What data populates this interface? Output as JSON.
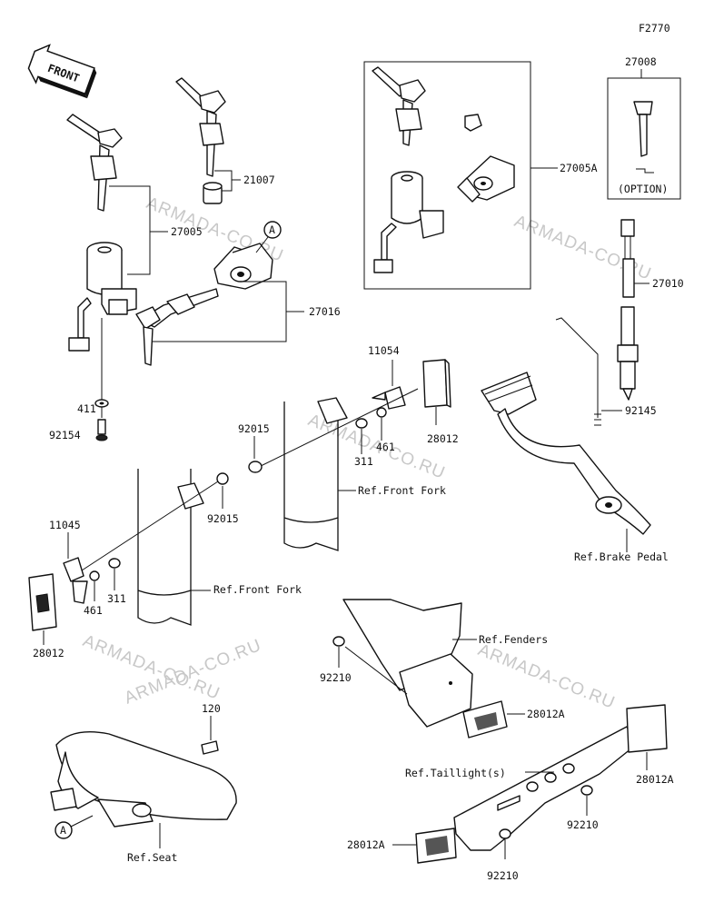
{
  "figure_code": "F2770",
  "front_arrow": "FRONT",
  "callout_a": "A",
  "option_note": "(OPTION)",
  "watermark": "ARMADA-CO.RU",
  "parts": {
    "p27008": "27008",
    "p27005A": "27005A",
    "p21007": "21007",
    "p27005": "27005",
    "p27016": "27016",
    "p27010": "27010",
    "p411": "411",
    "p92154": "92154",
    "p11054": "11054",
    "p92015_top": "92015",
    "p461_top": "461",
    "p311_top": "311",
    "p28012_top": "28012",
    "p92145": "92145",
    "p92015_mid": "92015",
    "p11045": "11045",
    "p461_left": "461",
    "p311_left": "311",
    "p28012_left": "28012",
    "p92210_a": "92210",
    "p28012A_a": "28012A",
    "p120": "120",
    "p28012A_b": "28012A",
    "p92210_b": "92210",
    "p28012A_c": "28012A",
    "p92210_c": "92210"
  },
  "refs": {
    "front_fork_top": "Ref.Front Fork",
    "front_fork_left": "Ref.Front Fork",
    "brake_pedal": "Ref.Brake Pedal",
    "fenders": "Ref.Fenders",
    "taillights": "Ref.Taillight(s)",
    "seat": "Ref.Seat"
  }
}
